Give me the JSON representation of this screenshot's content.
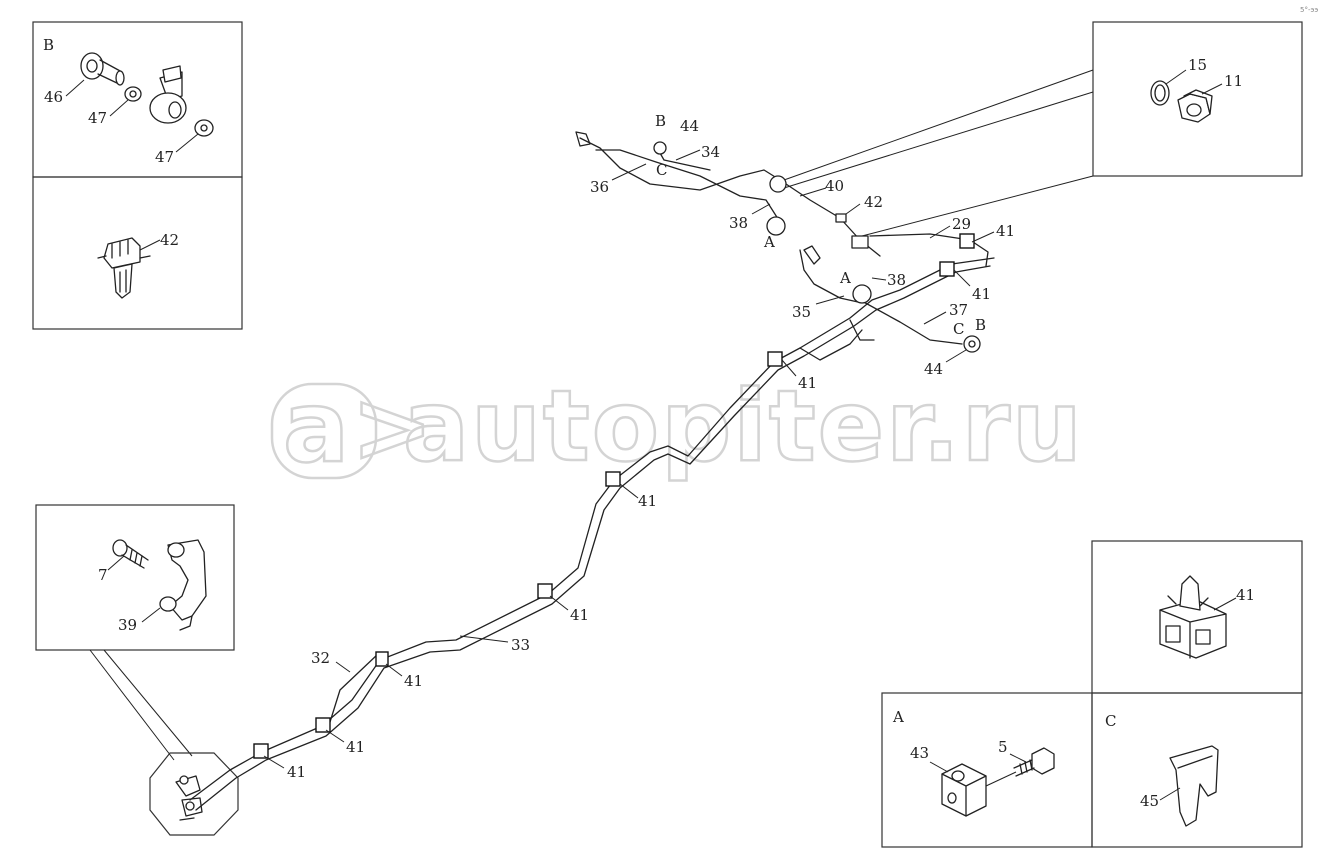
{
  "watermark": {
    "text": "autopiter.ru",
    "logo": "a>"
  },
  "corner_code": "5°-ээ",
  "insets": {
    "B": {
      "letter": "B",
      "labels": {
        "p46": "46",
        "p47a": "47",
        "p47b": "47"
      }
    },
    "clip42": {
      "labels": {
        "p42": "42"
      }
    },
    "nut": {
      "labels": {
        "p15": "15",
        "p11": "11"
      }
    },
    "bracket": {
      "labels": {
        "p7": "7",
        "p39": "39"
      }
    },
    "clip41": {
      "labels": {
        "p41": "41"
      }
    },
    "A": {
      "letter": "A",
      "labels": {
        "p43": "43",
        "p5": "5"
      }
    },
    "C": {
      "letter": "C",
      "labels": {
        "p45": "45"
      }
    }
  },
  "main_labels": {
    "l44a": "44",
    "lBa": "B",
    "lCa": "C",
    "l34": "34",
    "l36": "36",
    "l40": "40",
    "l42": "42",
    "l38a": "38",
    "lAa": "A",
    "l29": "29",
    "l41a": "41",
    "lAb": "A",
    "l38b": "38",
    "l41b": "41",
    "l35": "35",
    "l37": "37",
    "lCb": "C",
    "lBb": "B",
    "l44b": "44",
    "l41c": "41",
    "l41d": "41",
    "l41e": "41",
    "l33": "33",
    "l32": "32",
    "l41f": "41",
    "l41g": "41",
    "l41h": "41"
  }
}
